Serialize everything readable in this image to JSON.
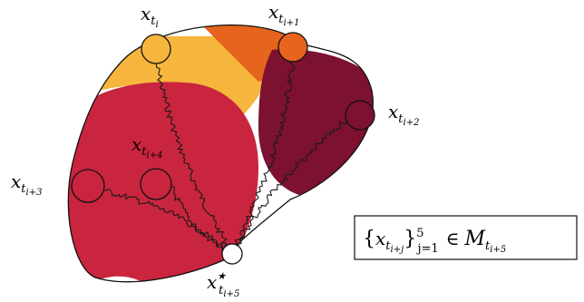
{
  "nodes": {
    "t_i": {
      "base": "x",
      "sub": "t",
      "subsub": "i"
    },
    "t_i1": {
      "base": "x",
      "sub": "t",
      "subsub": "i+1"
    },
    "t_i2": {
      "base": "x",
      "sub": "t",
      "subsub": "i+2"
    },
    "t_i3": {
      "base": "x",
      "sub": "t",
      "subsub": "i+3"
    },
    "t_i4": {
      "base": "x",
      "sub": "t",
      "subsub": "i+4"
    },
    "t_i5": {
      "base": "x",
      "sup": "★",
      "sub": "t",
      "subsub": "i+5"
    }
  },
  "setbox": {
    "open": "{",
    "x": "x",
    "t": "t",
    "inner": "i+j",
    "close": "}",
    "sup": "5",
    "subj": "j=1",
    "in": "∈",
    "M": "M",
    "Mt": "t",
    "Msub": "i+5"
  },
  "colors": {
    "light_orange": "#f6b53c",
    "orange": "#e7641c",
    "dark_red": "#7d1130",
    "red": "#c9253e",
    "white": "#ffffff",
    "outline": "#111111"
  }
}
